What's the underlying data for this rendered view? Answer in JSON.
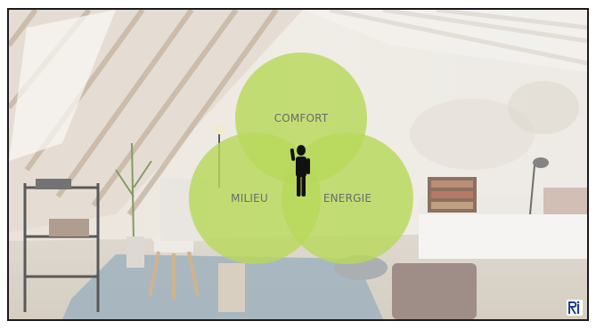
{
  "diagram": {
    "top_label": "COMFORT",
    "left_label": "MILIEU",
    "right_label": "ENERGIE"
  },
  "icons": {
    "center": "person-icon",
    "logo": "ri-logo"
  },
  "colors": {
    "circle_fill": "#b8d85a",
    "circle_overlap": "#8fb83a",
    "label_text": "#6b6b6b",
    "logo_blue": "#1f3f8f"
  }
}
